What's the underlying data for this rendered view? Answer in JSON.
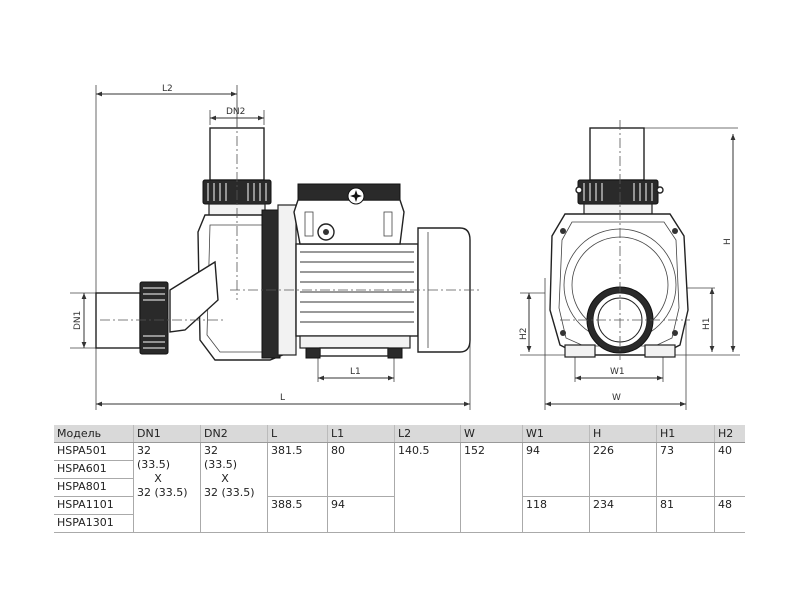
{
  "side_view": {
    "labels": {
      "L2": "L2",
      "DN2": "DN2",
      "DN1": "DN1",
      "L1": "L1",
      "L": "L"
    }
  },
  "front_view": {
    "labels": {
      "H": "H",
      "H1": "H1",
      "H2": "H2",
      "W1": "W1",
      "W": "W"
    }
  },
  "spec_table": {
    "headers": [
      "Модель",
      "DN1",
      "DN2",
      "L",
      "L1",
      "L2",
      "W",
      "W1",
      "H",
      "H1",
      "H2"
    ],
    "models": [
      "HSPA501",
      "HSPA601",
      "HSPA801",
      "HSPA1101",
      "HSPA1301"
    ],
    "dn1": {
      "line1": "32",
      "line2": "(33.5)",
      "line3": "X",
      "line4": "32 (33.5)"
    },
    "dn2": {
      "line1": "32",
      "line2": "(33.5)",
      "line3": "X",
      "line4": "32 (33.5)"
    },
    "group_a": {
      "L": "381.5",
      "L1": "80",
      "W1": "94",
      "H": "226",
      "H1": "73",
      "H2": "40"
    },
    "group_b": {
      "L": "388.5",
      "L1": "94",
      "W1": "118",
      "H": "234",
      "H1": "81",
      "H2": "48"
    },
    "shared": {
      "L2": "140.5",
      "W": "152"
    }
  }
}
